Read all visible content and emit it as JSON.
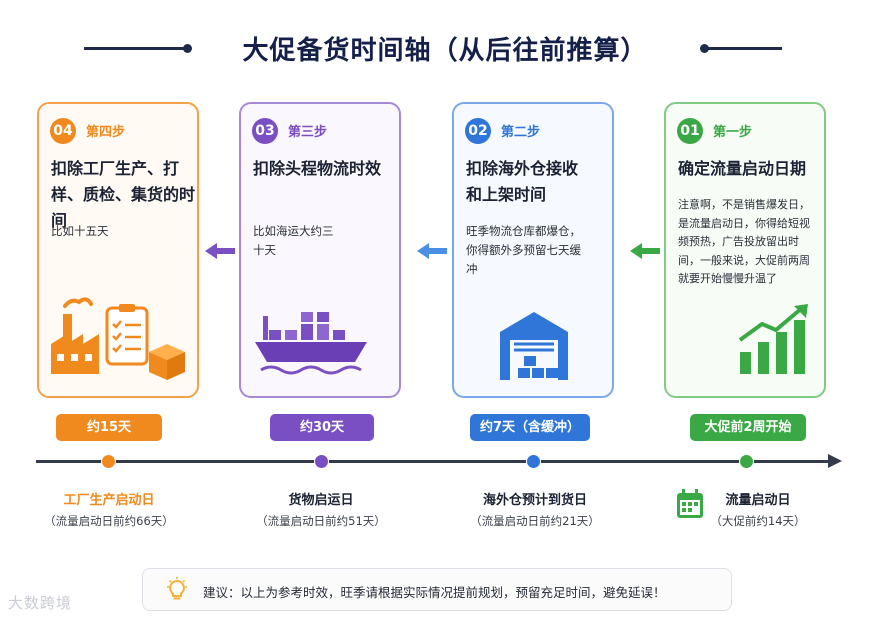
{
  "title": "大促备货时间轴（从后往前推算）",
  "colors": {
    "orange": "#f08a1e",
    "purple": "#7a4fc3",
    "blue": "#2f76d8",
    "green": "#3aa845",
    "navy": "#15204a"
  },
  "cards": [
    {
      "num": "04",
      "step": "第四步",
      "heading": "扣除工厂生产、打样、质检、集货的时间",
      "desc": "比如十五天",
      "duration": "约15天",
      "milestone": "工厂生产启动日",
      "milestone_sub": "（流量启动日前约66天）",
      "icons": [
        "factory-icon",
        "checklist-icon",
        "box-icon"
      ]
    },
    {
      "num": "03",
      "step": "第三步",
      "heading": "扣除头程物流时效",
      "desc": "比如海运大约三十天",
      "duration": "约30天",
      "milestone": "货物启运日",
      "milestone_sub": "（流量启动日前约51天）",
      "icons": [
        "cargo-ship-icon"
      ]
    },
    {
      "num": "02",
      "step": "第二步",
      "heading": "扣除海外仓接收和上架时间",
      "desc": "旺季物流仓库都爆仓，你得额外多预留七天缓冲",
      "duration": "约7天（含缓冲）",
      "milestone": "海外仓预计到货日",
      "milestone_sub": "（流量启动日前约21天）",
      "icons": [
        "warehouse-icon"
      ]
    },
    {
      "num": "01",
      "step": "第一步",
      "heading": "确定流量启动日期",
      "desc": "注意啊，不是销售爆发日，是流量启动日，你得给短视频预热，广告投放留出时间，一般来说，大促前两周就要开始慢慢升温了",
      "duration": "大促前2周开始",
      "milestone": "流量启动日",
      "milestone_sub": "（大促前约14天）",
      "icons": [
        "growth-chart-icon",
        "calendar-icon"
      ]
    }
  ],
  "tip": "建议：以上为参考时效，旺季请根据实际情况提前规划，预留充足时间，避免延误！",
  "watermark": "大数跨境"
}
